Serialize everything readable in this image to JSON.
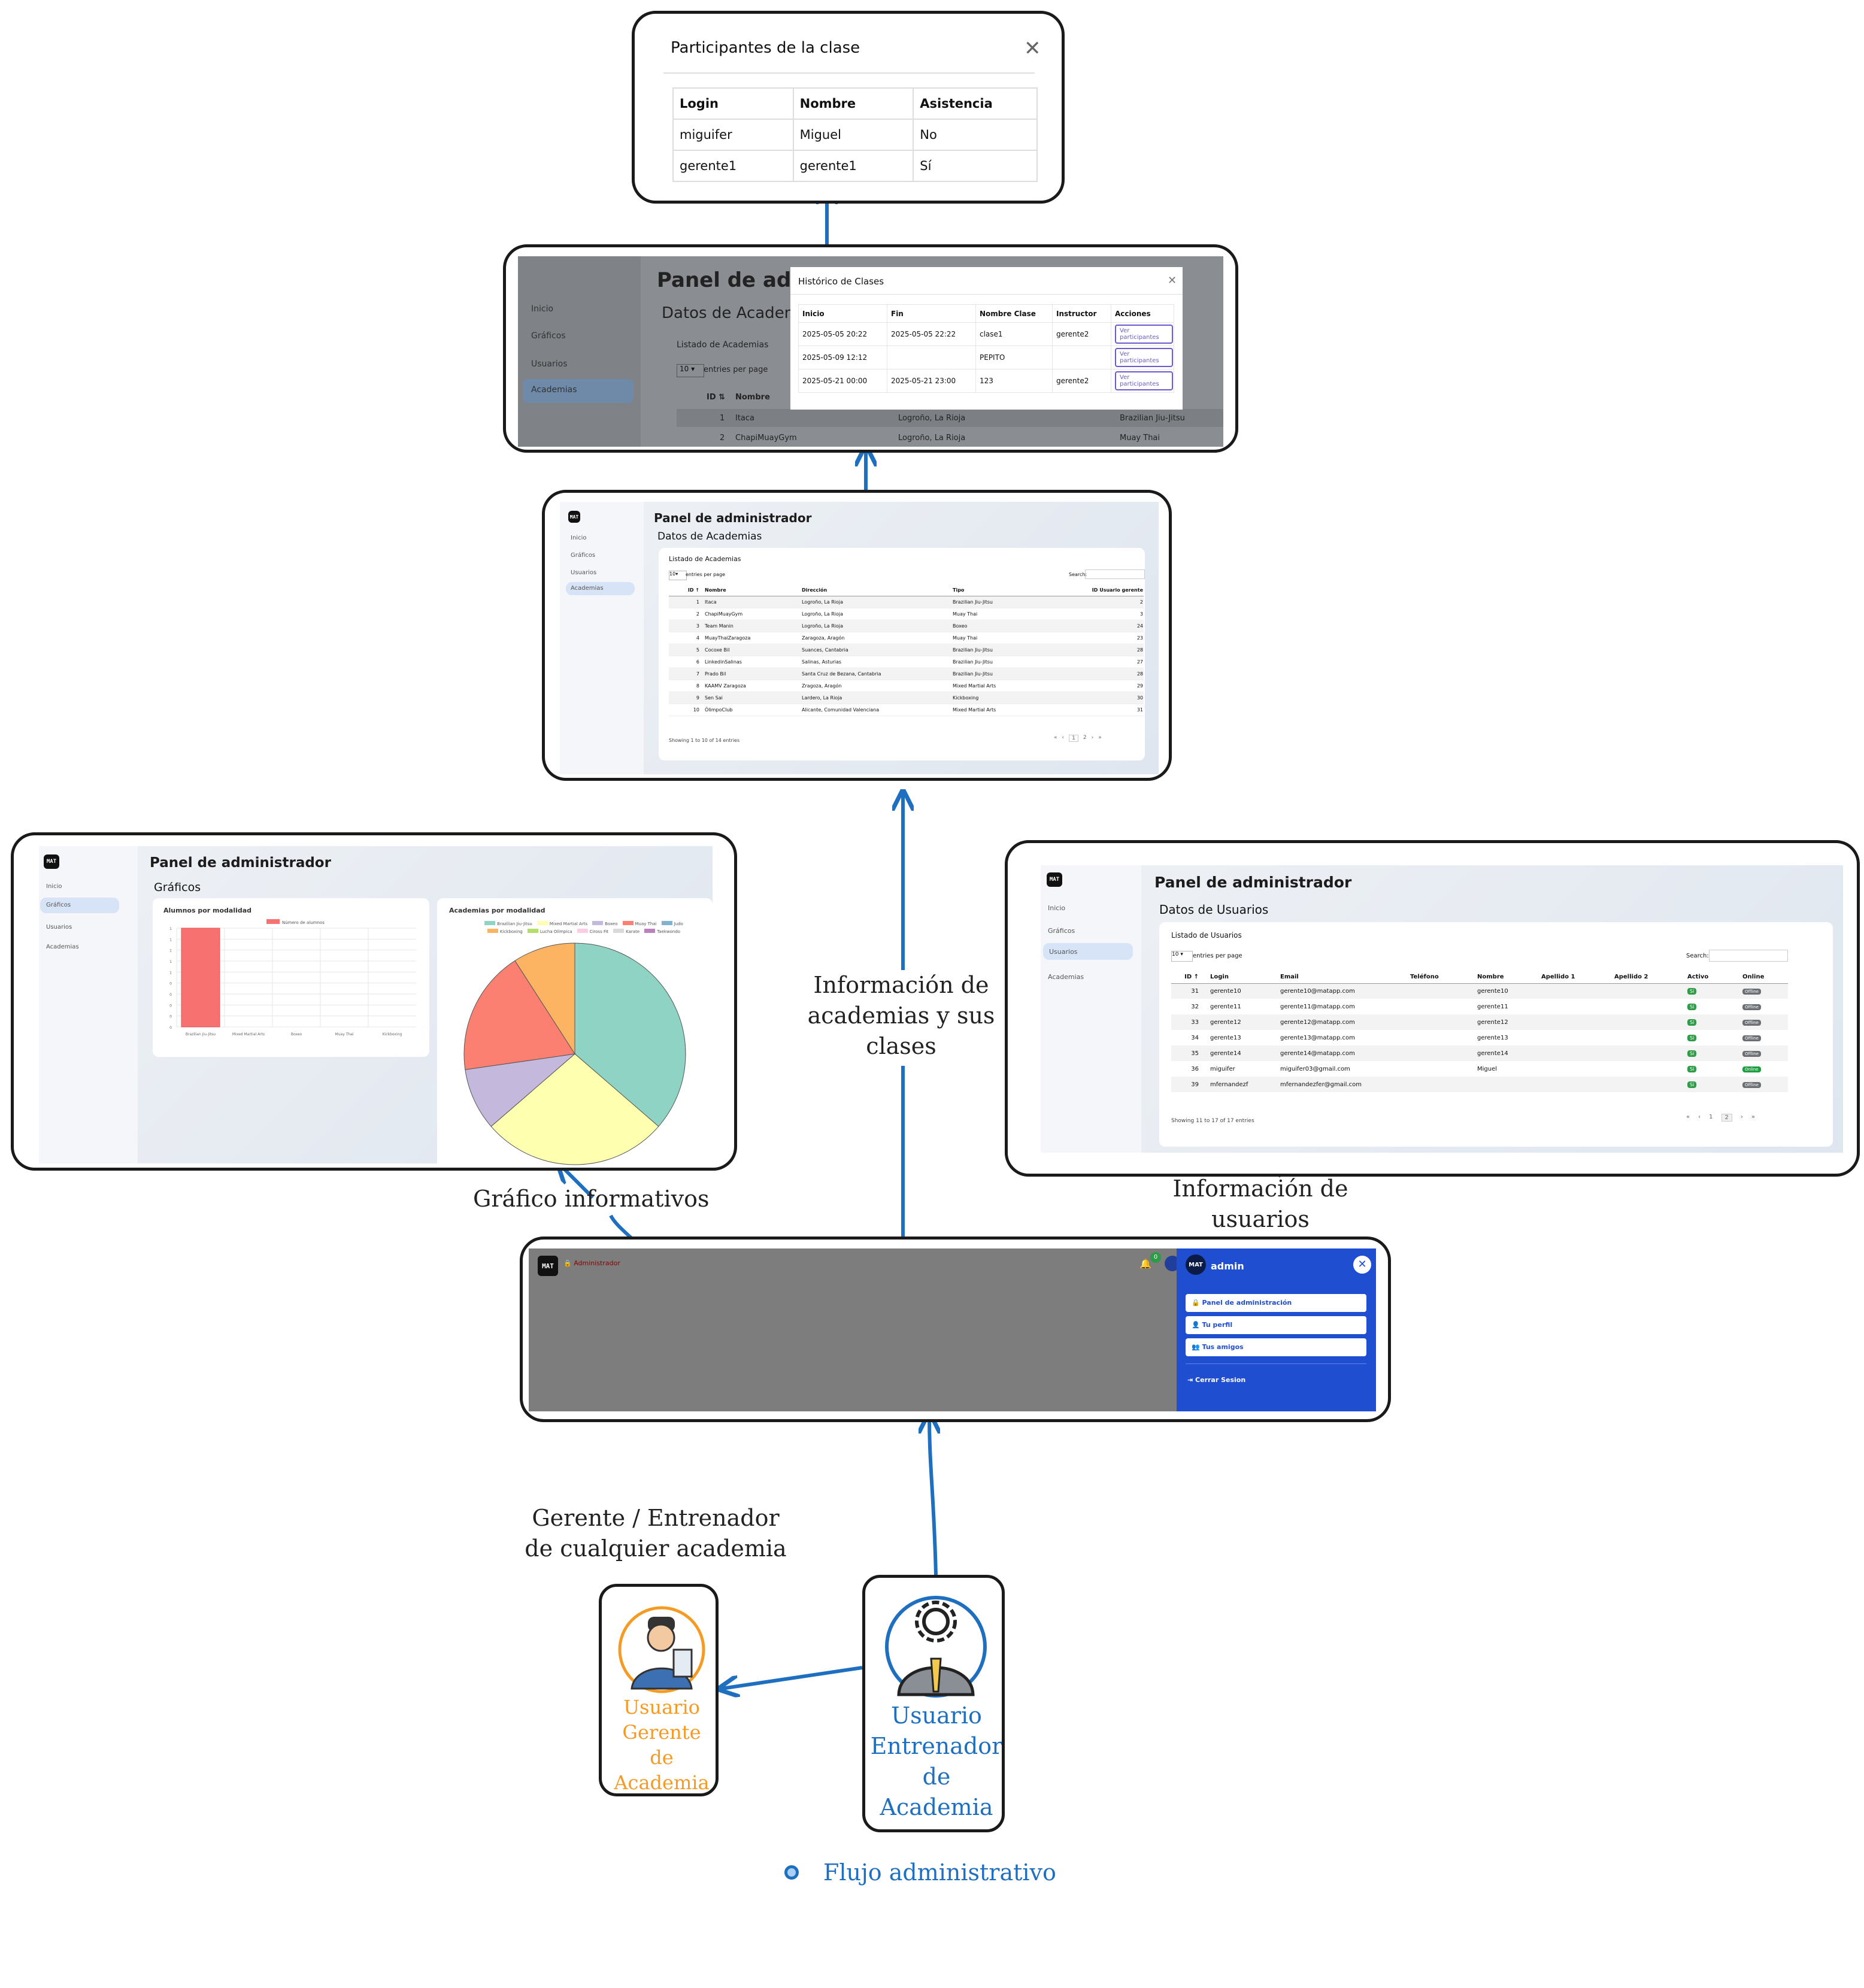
{
  "participants_modal": {
    "title": "Participantes de la clase",
    "columns": [
      "Login",
      "Nombre",
      "Asistencia"
    ],
    "rows": [
      [
        "miguifer",
        "Miguel",
        "No"
      ],
      [
        "gerente1",
        "gerente1",
        "Sí"
      ]
    ]
  },
  "history_shot": {
    "panel_title": "Panel de admi",
    "section_title": "Datos de Academi",
    "sidebar": [
      "Inicio",
      "Gráficos",
      "Usuarios",
      "Academias"
    ],
    "list_label": "Listado de Academias",
    "entries_select": "10",
    "entries_label": "entries per page",
    "table_header": [
      "ID",
      "Nombre"
    ],
    "bg_rows": [
      [
        "1",
        "Itaca",
        "Logroño, La Rioja",
        "Brazilian Jiu-Jitsu"
      ],
      [
        "2",
        "ChapiMuayGym",
        "Logroño, La Rioja",
        "Muay Thai"
      ]
    ],
    "modal_title": "Histórico de Clases",
    "modal_columns": [
      "Inicio",
      "Fin",
      "Nombre Clase",
      "Instructor",
      "Acciones"
    ],
    "modal_rows": [
      [
        "2025-05-05 20:22",
        "2025-05-05 22:22",
        "clase1",
        "gerente2",
        "Ver participantes"
      ],
      [
        "2025-05-09 12:12",
        "",
        "PEPITO",
        "",
        "Ver participantes"
      ],
      [
        "2025-05-21 00:00",
        "2025-05-21 23:00",
        "123",
        "gerente2",
        "Ver participantes"
      ]
    ]
  },
  "academias_shot": {
    "panel_title": "Panel de administrador",
    "section_title": "Datos de Academias",
    "sidebar": [
      "Inicio",
      "Gráficos",
      "Usuarios",
      "Academias"
    ],
    "list_label": "Listado de Academias",
    "entries_select": "10",
    "entries_label": "entries per page",
    "search_label": "Search:",
    "columns": [
      "ID",
      "Nombre",
      "Dirección",
      "Tipo",
      "ID Usuario gerente"
    ],
    "rows": [
      [
        "1",
        "Itaca",
        "Logroño, La Rioja",
        "Brazilian Jiu-Jitsu",
        "2"
      ],
      [
        "2",
        "ChapiMuayGym",
        "Logroño, La Rioja",
        "Muay Thai",
        "3"
      ],
      [
        "3",
        "Team Manin",
        "Logroño, La Rioja",
        "Boxeo",
        "24"
      ],
      [
        "4",
        "MuayThaiZaragoza",
        "Zaragoza, Aragón",
        "Muay Thai",
        "23"
      ],
      [
        "5",
        "Cocoxe Bil",
        "Suances, Cantabria",
        "Brazilian Jiu-Jitsu",
        "28"
      ],
      [
        "6",
        "LinkedinSalinas",
        "Salinas, Asturias",
        "Brazilian Jiu-Jitsu",
        "27"
      ],
      [
        "7",
        "Prado Bil",
        "Santa Cruz de Bezana, Cantabria",
        "Brazilian Jiu-Jitsu",
        "28"
      ],
      [
        "8",
        "KAAMV Zaragoza",
        "Zragoza, Aragón",
        "Mixed Martial Arts",
        "29"
      ],
      [
        "9",
        "Sen Sai",
        "Lardero, La Rioja",
        "Kickboxing",
        "30"
      ],
      [
        "10",
        "ÖlimpoClub",
        "Alicante, Comunidad Valenciana",
        "Mixed Martial Arts",
        "31"
      ]
    ],
    "footer": "Showing 1 to 10 of 14 entries",
    "pages": [
      "«",
      "‹",
      "1",
      "2",
      "›",
      "»"
    ]
  },
  "graficos_shot": {
    "panel_title": "Panel de administrador",
    "section_title": "Gráficos",
    "sidebar": [
      "Inicio",
      "Gráficos",
      "Usuarios",
      "Academias"
    ],
    "bar_title": "Alumnos por modalidad",
    "bar_legend": "Número de alumnos",
    "pie_title": "Academias por modalidad",
    "pie_legend": [
      "Brazilian Jiu-Jitsu",
      "Mixed Martial Arts",
      "Boxeo",
      "Muay Thai",
      "Judo",
      "Kickboxing",
      "Lucha Olímpica",
      "Ciross Fit",
      "Karate",
      "Taekwondo"
    ],
    "pie_legend_colors": [
      "#8fd3c5",
      "#ffffb0",
      "#c4b9dd",
      "#fb8071",
      "#81b1d3",
      "#fdb462",
      "#b3de69",
      "#fccde5",
      "#d9d9d9",
      "#bc80bd"
    ]
  },
  "chart_data": [
    {
      "type": "bar",
      "title": "Alumnos por modalidad",
      "categories": [
        "Brazilian Jiu-Jitsu",
        "Mixed Martial Arts",
        "Boxeo",
        "Muay Thai",
        "Kickboxing"
      ],
      "series": [
        {
          "name": "Número de alumnos",
          "values": [
            1,
            0,
            0,
            0,
            0
          ]
        }
      ],
      "ylim": [
        0,
        1
      ],
      "yticks": [
        "0",
        "0",
        "0",
        "0",
        "0",
        "1",
        "1",
        "1",
        "1",
        "1"
      ],
      "color": "#f87171"
    },
    {
      "type": "pie",
      "title": "Academias por modalidad",
      "labels": [
        "Brazilian Jiu-Jitsu",
        "Mixed Martial Arts",
        "Boxeo",
        "Muay Thai",
        "Kickboxing"
      ],
      "values": [
        4,
        3,
        1,
        2,
        1
      ],
      "colors": [
        "#8fd3c5",
        "#ffffb0",
        "#c4b9dd",
        "#fb8071",
        "#fdb462"
      ]
    }
  ],
  "usuarios_shot": {
    "panel_title": "Panel de administrador",
    "section_title": "Datos de Usuarios",
    "sidebar": [
      "Inicio",
      "Gráficos",
      "Usuarios",
      "Academias"
    ],
    "list_label": "Listado de Usuarios",
    "entries_select": "10",
    "entries_label": "entries per page",
    "search_label": "Search:",
    "columns": [
      "ID",
      "Login",
      "Email",
      "Teléfono",
      "Nombre",
      "Apellido 1",
      "Apellido 2",
      "Activo",
      "Online"
    ],
    "rows": [
      [
        "31",
        "gerente10",
        "gerente10@matapp.com",
        "",
        "gerente10",
        "",
        "",
        "Sí",
        "Offline"
      ],
      [
        "32",
        "gerente11",
        "gerente11@matapp.com",
        "",
        "gerente11",
        "",
        "",
        "Sí",
        "Offline"
      ],
      [
        "33",
        "gerente12",
        "gerente12@matapp.com",
        "",
        "gerente12",
        "",
        "",
        "Sí",
        "Offline"
      ],
      [
        "34",
        "gerente13",
        "gerente13@matapp.com",
        "",
        "gerente13",
        "",
        "",
        "Sí",
        "Offline"
      ],
      [
        "35",
        "gerente14",
        "gerente14@matapp.com",
        "",
        "gerente14",
        "",
        "",
        "Sí",
        "Offline"
      ],
      [
        "36",
        "miguifer",
        "miguifer03@gmail.com",
        "",
        "Miguel",
        "",
        "",
        "Sí",
        "Online"
      ],
      [
        "39",
        "mfernandezf",
        "mfernandezfer@gmail.com",
        "",
        "",
        "",
        "",
        "Sí",
        "Offline"
      ]
    ],
    "footer": "Showing 11 to 17 of 17 entries",
    "pages": [
      "«",
      "‹",
      "1",
      "2",
      "›",
      "»"
    ]
  },
  "home_shot": {
    "role_label": "Administrador",
    "notif_count": "0",
    "menu_user": "admin",
    "menu_items": [
      "Panel de administración",
      "Tu perfil",
      "Tus amigos"
    ],
    "logout": "Cerrar Sesion",
    "close_icon": "close-icon"
  },
  "labels": {
    "info_academias": "Información de academias y sus clases",
    "grafico": "Gráfico informativos",
    "info_usuarios": "Información de usuarios",
    "gerente_caption": "Gerente / Entrenador de cualquier academia",
    "gerente_user": "Usuario Gerente de Academia",
    "entrenador_user": "Usuario Entrenador de Academia",
    "flujo": "Flujo administrativo"
  },
  "logo_text": "MAT",
  "colors": {
    "arrow": "#1e6fc0",
    "gerente": "#f59a23",
    "entrenador": "#1e6fc0",
    "menu_bg": "#1f4fd0"
  }
}
